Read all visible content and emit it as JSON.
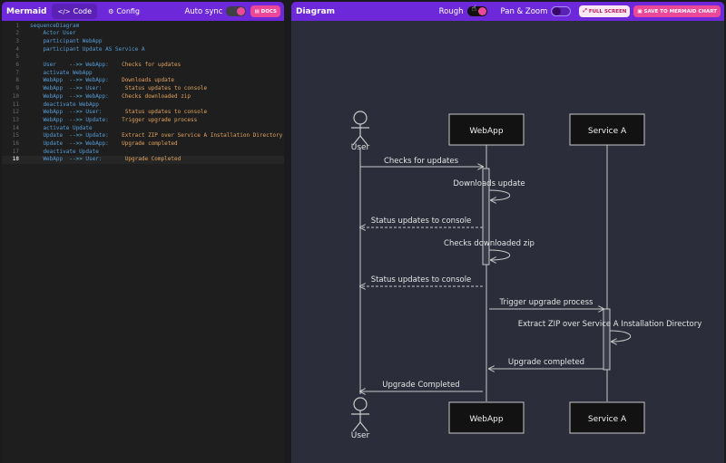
{
  "editor_panel": {
    "title": "Mermaid",
    "tabs": [
      {
        "label": "Code",
        "active": true
      },
      {
        "label": "Config",
        "active": false
      }
    ],
    "auto_sync_label": "Auto sync",
    "auto_sync_on": true,
    "docs_label": "DOCS"
  },
  "diagram_panel": {
    "title": "Diagram",
    "rough_label": "Rough",
    "rough_on": true,
    "pan_zoom_label": "Pan & Zoom",
    "pan_zoom_on": false,
    "full_screen_label": "FULL SCREEN",
    "save_label": "SAVE TO MERMAID CHART"
  },
  "code_lines": [
    {
      "n": "1",
      "tokens": [
        {
          "t": "sequenceDiagram",
          "c": "kw"
        }
      ]
    },
    {
      "n": "2",
      "tokens": [
        {
          "t": "    Actor User",
          "c": "kw"
        }
      ]
    },
    {
      "n": "3",
      "tokens": [
        {
          "t": "    participant WebApp",
          "c": "kw"
        }
      ]
    },
    {
      "n": "4",
      "tokens": [
        {
          "t": "    participant Update AS Service A",
          "c": "kw"
        }
      ]
    },
    {
      "n": "5",
      "tokens": []
    },
    {
      "n": "6",
      "tokens": [
        {
          "t": "    User    ",
          "c": "kw"
        },
        {
          "t": "-->>",
          "c": "arrow"
        },
        {
          "t": " WebApp:    ",
          "c": "kw"
        },
        {
          "t": "Checks for updates",
          "c": "msg"
        }
      ]
    },
    {
      "n": "7",
      "tokens": [
        {
          "t": "    activate WebApp",
          "c": "kw"
        }
      ]
    },
    {
      "n": "8",
      "tokens": [
        {
          "t": "    WebApp  ",
          "c": "kw"
        },
        {
          "t": "-->>",
          "c": "arrow"
        },
        {
          "t": " WebApp:    ",
          "c": "kw"
        },
        {
          "t": "Downloads update",
          "c": "msg"
        }
      ]
    },
    {
      "n": "9",
      "tokens": [
        {
          "t": "    WebApp  ",
          "c": "kw"
        },
        {
          "t": "-->>",
          "c": "arrow"
        },
        {
          "t": " User:       ",
          "c": "kw"
        },
        {
          "t": "Status updates to console",
          "c": "msg"
        }
      ]
    },
    {
      "n": "10",
      "tokens": [
        {
          "t": "    WebApp  ",
          "c": "kw"
        },
        {
          "t": "-->>",
          "c": "arrow"
        },
        {
          "t": " WebApp:    ",
          "c": "kw"
        },
        {
          "t": "Checks downloaded zip",
          "c": "msg"
        }
      ]
    },
    {
      "n": "11",
      "tokens": [
        {
          "t": "    deactivate WebApp",
          "c": "kw"
        }
      ]
    },
    {
      "n": "12",
      "tokens": [
        {
          "t": "    WebApp  ",
          "c": "kw"
        },
        {
          "t": "-->>",
          "c": "arrow"
        },
        {
          "t": " User:       ",
          "c": "kw"
        },
        {
          "t": "Status updates to console",
          "c": "msg"
        }
      ]
    },
    {
      "n": "13",
      "tokens": [
        {
          "t": "    WebApp  ",
          "c": "kw"
        },
        {
          "t": "-->>",
          "c": "arrow"
        },
        {
          "t": " Update:    ",
          "c": "kw"
        },
        {
          "t": "Trigger upgrade process",
          "c": "msg"
        }
      ]
    },
    {
      "n": "14",
      "tokens": [
        {
          "t": "    activate Update",
          "c": "kw"
        }
      ]
    },
    {
      "n": "15",
      "tokens": [
        {
          "t": "    Update  ",
          "c": "kw"
        },
        {
          "t": "-->>",
          "c": "arrow"
        },
        {
          "t": " Update:    ",
          "c": "kw"
        },
        {
          "t": "Extract ZIP over Service A Installation Directory",
          "c": "msg"
        }
      ]
    },
    {
      "n": "16",
      "tokens": [
        {
          "t": "    Update  ",
          "c": "kw"
        },
        {
          "t": "-->>",
          "c": "arrow"
        },
        {
          "t": " WebApp:    ",
          "c": "kw"
        },
        {
          "t": "Upgrade completed",
          "c": "msg"
        }
      ]
    },
    {
      "n": "17",
      "tokens": [
        {
          "t": "    deactivate Update",
          "c": "kw"
        }
      ]
    },
    {
      "n": "18",
      "tokens": [
        {
          "t": "    WebApp  ",
          "c": "kw"
        },
        {
          "t": "-->>",
          "c": "arrow"
        },
        {
          "t": " User:       ",
          "c": "kw"
        },
        {
          "t": "Upgrade Completed",
          "c": "msg"
        }
      ],
      "current": true
    }
  ],
  "sequence": {
    "actor_label": "User",
    "participants": [
      "WebApp",
      "Service A"
    ],
    "messages": [
      {
        "from": "User",
        "to": "WebApp",
        "label": "Checks for updates"
      },
      {
        "from": "WebApp",
        "to": "WebApp",
        "label": "Downloads update"
      },
      {
        "from": "WebApp",
        "to": "User",
        "label": "Status updates to console"
      },
      {
        "from": "WebApp",
        "to": "WebApp",
        "label": "Checks downloaded zip"
      },
      {
        "from": "WebApp",
        "to": "User",
        "label": "Status updates to console"
      },
      {
        "from": "WebApp",
        "to": "Service A",
        "label": "Trigger upgrade process"
      },
      {
        "from": "Service A",
        "to": "Service A",
        "label": "Extract ZIP over Service A Installation Directory"
      },
      {
        "from": "Service A",
        "to": "WebApp",
        "label": "Upgrade completed"
      },
      {
        "from": "WebApp",
        "to": "User",
        "label": "Upgrade Completed"
      }
    ]
  },
  "colors": {
    "header": "#6d28d9",
    "accent_pink": "#ec4899",
    "diagram_bg": "#2b2d3a",
    "editor_bg": "#1e1e1e"
  },
  "icons": {
    "code_tab": "code-brackets-icon",
    "config_tab": "gear-icon",
    "rough": "hand-pointer-icon",
    "full_screen": "expand-icon",
    "save": "save-icon"
  }
}
